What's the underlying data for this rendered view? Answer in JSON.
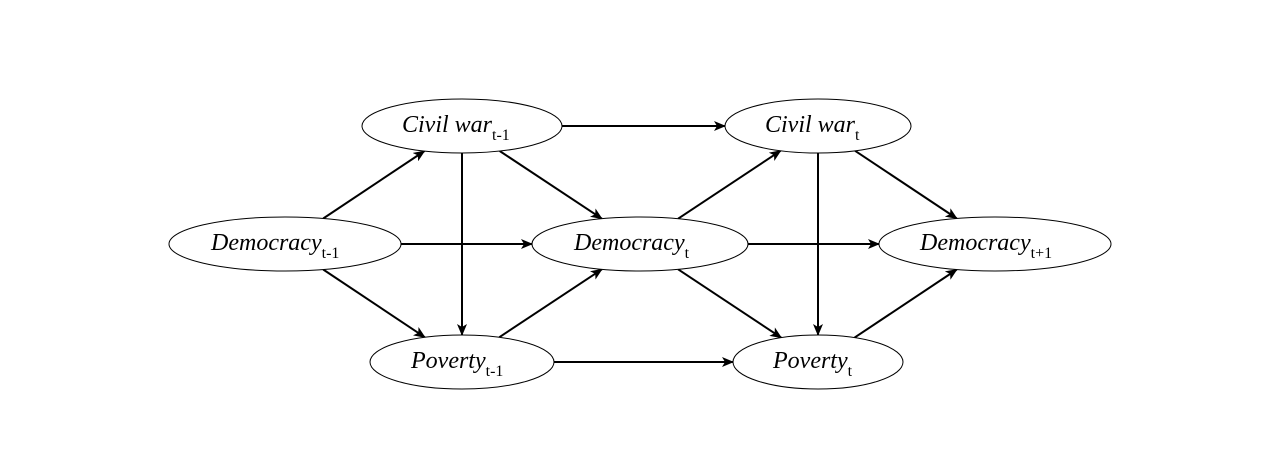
{
  "nodes": {
    "civil_war_t_minus_1": {
      "name": "Civil war",
      "sub": "t-1"
    },
    "civil_war_t": {
      "name": "Civil war",
      "sub": "t"
    },
    "democracy_t_minus_1": {
      "name": "Democracy",
      "sub": "t-1"
    },
    "democracy_t": {
      "name": "Democracy",
      "sub": "t"
    },
    "democracy_t_plus_1": {
      "name": "Democracy",
      "sub": "t+1"
    },
    "poverty_t_minus_1": {
      "name": "Poverty",
      "sub": "t-1"
    },
    "poverty_t": {
      "name": "Poverty",
      "sub": "t"
    }
  },
  "edges": [
    {
      "from": "democracy_t_minus_1",
      "to": "civil_war_t_minus_1"
    },
    {
      "from": "democracy_t_minus_1",
      "to": "democracy_t"
    },
    {
      "from": "democracy_t_minus_1",
      "to": "poverty_t_minus_1"
    },
    {
      "from": "civil_war_t_minus_1",
      "to": "civil_war_t"
    },
    {
      "from": "civil_war_t_minus_1",
      "to": "democracy_t"
    },
    {
      "from": "civil_war_t_minus_1",
      "to": "poverty_t_minus_1"
    },
    {
      "from": "poverty_t_minus_1",
      "to": "democracy_t"
    },
    {
      "from": "poverty_t_minus_1",
      "to": "poverty_t"
    },
    {
      "from": "democracy_t",
      "to": "civil_war_t"
    },
    {
      "from": "democracy_t",
      "to": "democracy_t_plus_1"
    },
    {
      "from": "democracy_t",
      "to": "poverty_t"
    },
    {
      "from": "civil_war_t",
      "to": "democracy_t_plus_1"
    },
    {
      "from": "civil_war_t",
      "to": "poverty_t"
    },
    {
      "from": "poverty_t",
      "to": "democracy_t_plus_1"
    }
  ]
}
